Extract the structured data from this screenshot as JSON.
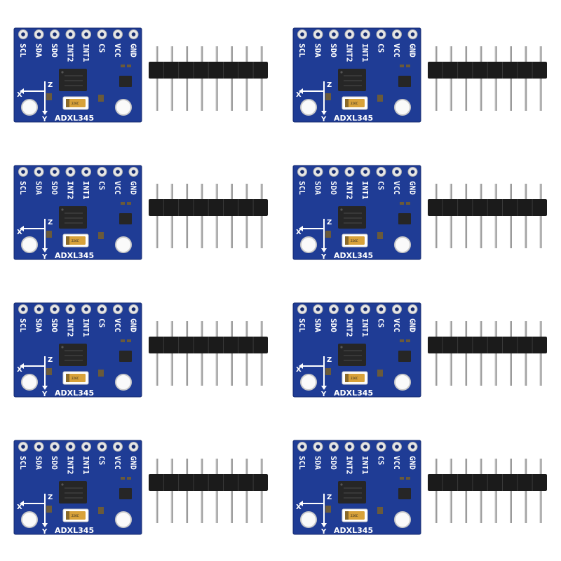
{
  "product": {
    "module_title": "ADXL345",
    "pin_labels": [
      "SCL",
      "SDA",
      "SDO",
      "INT2",
      "INT1",
      "CS",
      "VCC",
      "GND"
    ],
    "axis_labels": [
      "X",
      "Y",
      "Z"
    ],
    "capacitor_marking": "226C",
    "header_pin_count": 8,
    "module_count": 8
  },
  "colors": {
    "pcb": "#1f3c95",
    "pcb_dark": "#142a6e",
    "pad_silver": "#e6e6e6",
    "hole": "#fafafa",
    "chip": "#262626",
    "capacitor": "#d8a23a",
    "header_plastic": "#1b1b1b",
    "pin_metal": "#9a9a9a"
  }
}
